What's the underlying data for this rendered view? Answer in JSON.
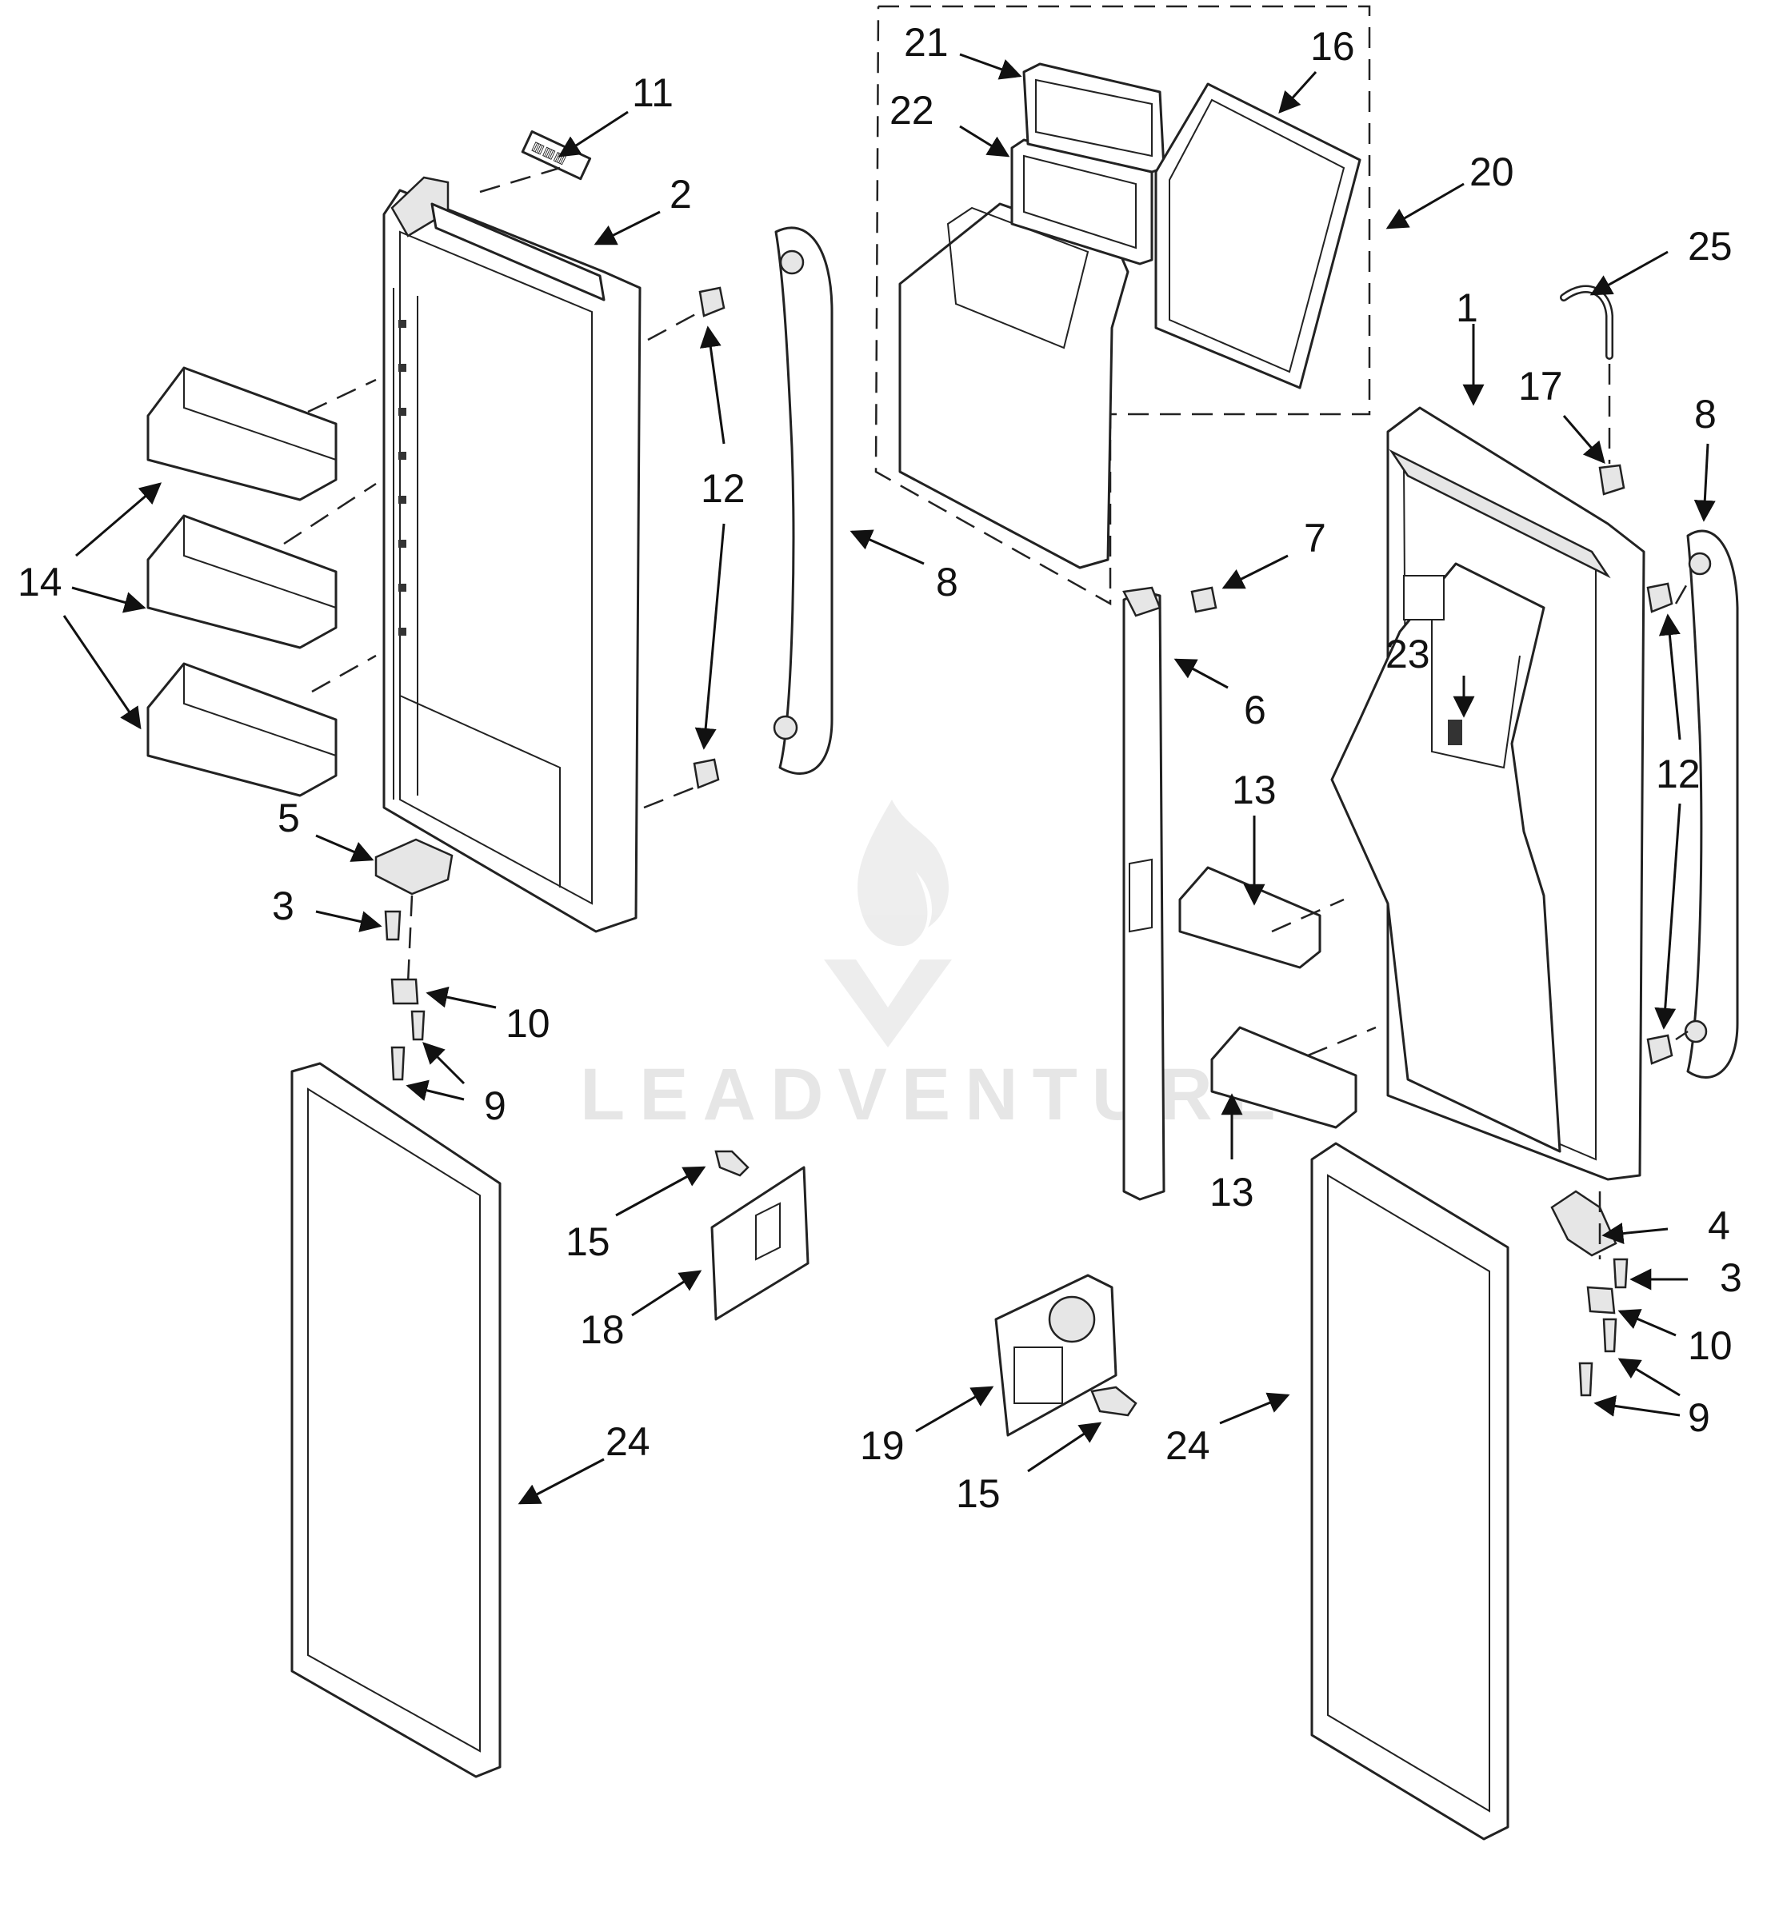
{
  "diagram": {
    "watermark": {
      "text": "LEADVENTURE",
      "color": "#e4e4e4"
    },
    "callouts": [
      {
        "id": "c1",
        "label": "1"
      },
      {
        "id": "c2",
        "label": "2"
      },
      {
        "id": "c3a",
        "label": "3"
      },
      {
        "id": "c3b",
        "label": "3"
      },
      {
        "id": "c4",
        "label": "4"
      },
      {
        "id": "c5",
        "label": "5"
      },
      {
        "id": "c6",
        "label": "6"
      },
      {
        "id": "c7",
        "label": "7"
      },
      {
        "id": "c8a",
        "label": "8"
      },
      {
        "id": "c8b",
        "label": "8"
      },
      {
        "id": "c9a",
        "label": "9"
      },
      {
        "id": "c9b",
        "label": "9"
      },
      {
        "id": "c10a",
        "label": "10"
      },
      {
        "id": "c10b",
        "label": "10"
      },
      {
        "id": "c11",
        "label": "11"
      },
      {
        "id": "c12a",
        "label": "12"
      },
      {
        "id": "c12b",
        "label": "12"
      },
      {
        "id": "c13a",
        "label": "13"
      },
      {
        "id": "c13b",
        "label": "13"
      },
      {
        "id": "c14",
        "label": "14"
      },
      {
        "id": "c15a",
        "label": "15"
      },
      {
        "id": "c15b",
        "label": "15"
      },
      {
        "id": "c16",
        "label": "16"
      },
      {
        "id": "c17",
        "label": "17"
      },
      {
        "id": "c18",
        "label": "18"
      },
      {
        "id": "c19",
        "label": "19"
      },
      {
        "id": "c20",
        "label": "20"
      },
      {
        "id": "c21",
        "label": "21"
      },
      {
        "id": "c22",
        "label": "22"
      },
      {
        "id": "c23",
        "label": "23"
      },
      {
        "id": "c24a",
        "label": "24"
      },
      {
        "id": "c24b",
        "label": "24"
      },
      {
        "id": "c25",
        "label": "25"
      }
    ]
  }
}
